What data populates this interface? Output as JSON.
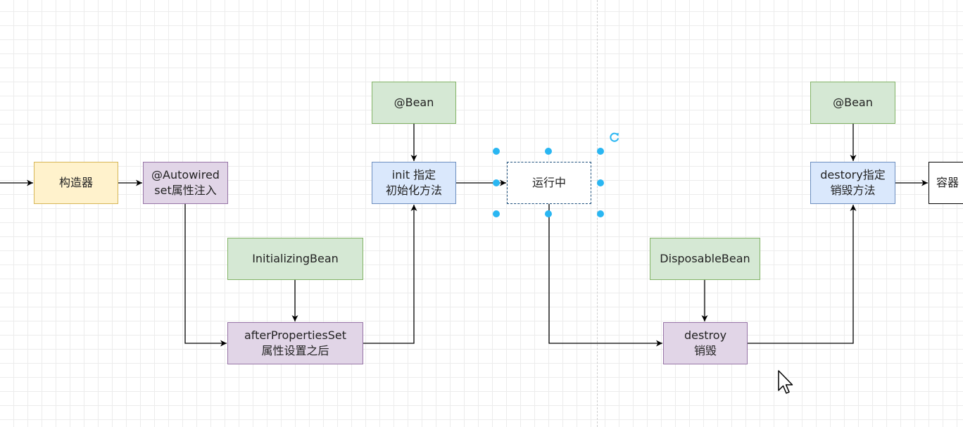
{
  "nodes": {
    "constructor": "构造器",
    "autowired": "@Autowired\nset属性注入",
    "bean_top_left": "@Bean",
    "init_method": "init 指定\n初始化方法",
    "running": "运行中",
    "initializing_bean": "InitializingBean",
    "after_properties_set": "afterPropertiesSet\n属性设置之后",
    "bean_top_right": "@Bean",
    "destroy_method": "destory指定\n销毁方法",
    "container": "容器",
    "disposable_bean": "DisposableBean",
    "destroy": "destroy\n销毁"
  },
  "colors": {
    "yellow_fill": "#fff2cc",
    "purple_fill": "#e1d5e7",
    "blue_fill": "#dae8fc",
    "green_fill": "#d5e8d4",
    "selection_handle": "#29b6f2"
  },
  "icons": {
    "rotate": "rotate-icon",
    "cursor": "mouse-pointer-icon"
  }
}
